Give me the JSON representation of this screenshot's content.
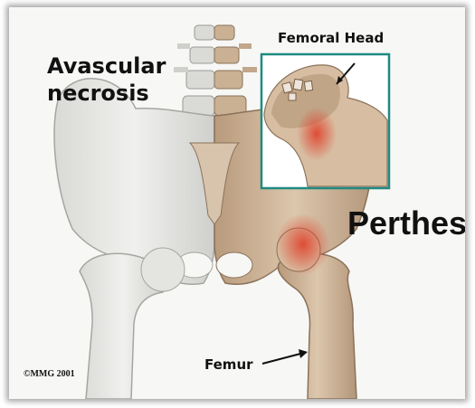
{
  "labels": {
    "avascular_line1": "Avascular",
    "avascular_line2": "necrosis",
    "femoral_head": "Femoral Head",
    "perthes": "Perthes",
    "femur": "Femur",
    "copyright": "©MMG 2001"
  },
  "colors": {
    "left_bone": "#e2e2df",
    "right_bone": "#cdb49a",
    "highlight": "#d9402f",
    "inset_border": "#1f8a82"
  }
}
